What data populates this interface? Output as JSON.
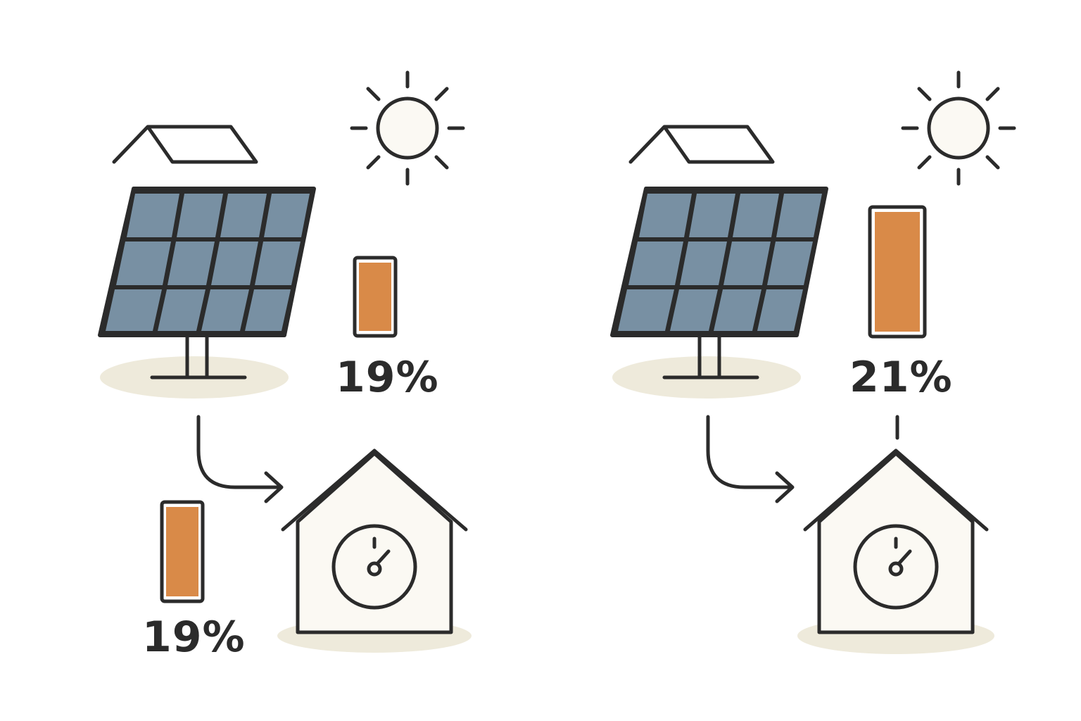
{
  "colors": {
    "stroke": "#2b2b2b",
    "panel_cell": "#7890a3",
    "battery_fill": "#d98a48",
    "house_fill": "#fbf9f3",
    "ground_shadow": "#eeeadb",
    "sun_fill": "#fbf9f3"
  },
  "scenes": [
    {
      "panel_efficiency_label": "19%",
      "battery_efficiency_label": "19%",
      "panel_bar_level": 0.19,
      "battery_bar_level": 0.19
    },
    {
      "panel_efficiency_label": "21%",
      "panel_bar_level": 0.21
    }
  ],
  "icons": [
    "roof-icon",
    "sun-icon",
    "solar-panel-icon",
    "flow-arrow-icon",
    "house-icon",
    "meter-icon",
    "battery-bar-icon"
  ]
}
